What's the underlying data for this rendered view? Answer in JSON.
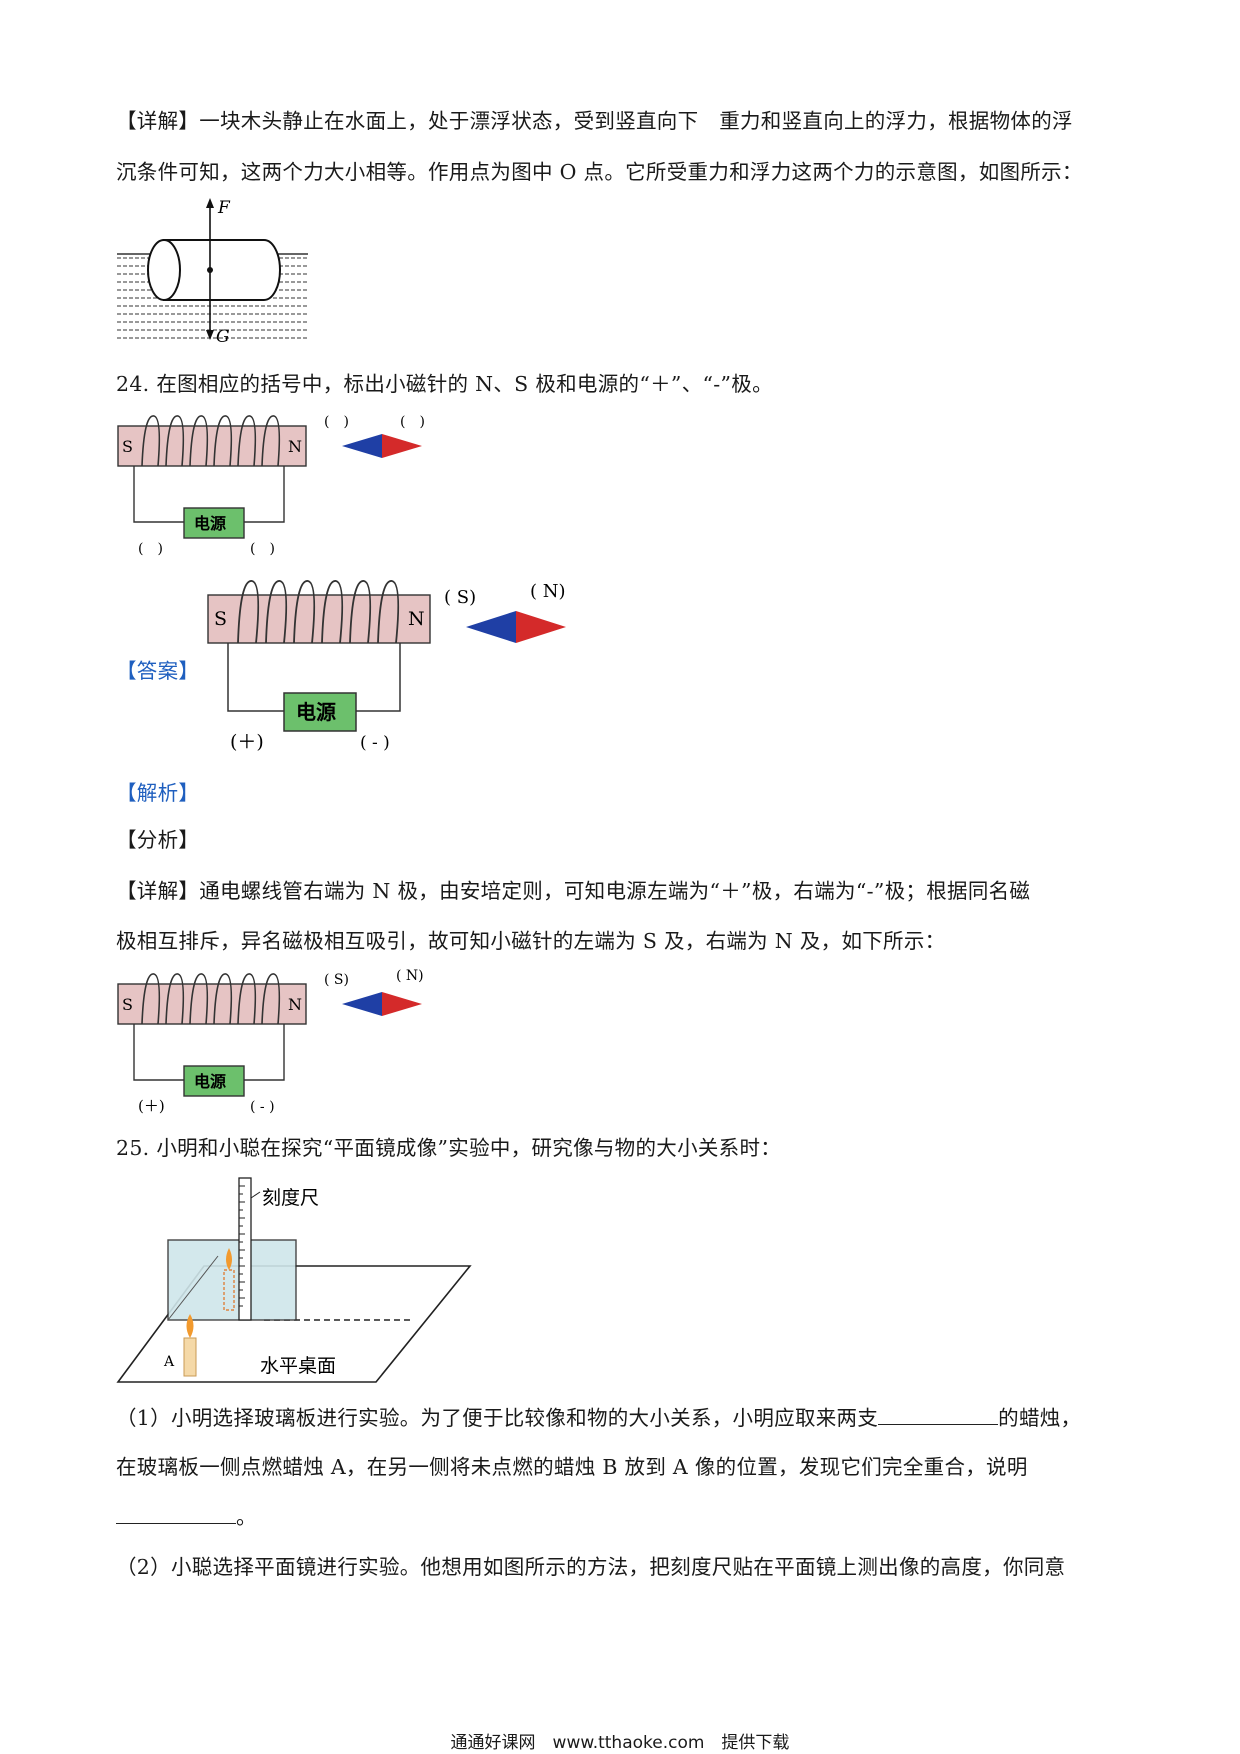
{
  "detail1": {
    "label": "【详解】",
    "line1": "一块木头静止在水面上，处于漂浮状态，受到竖直向下　重力和竖直向上的浮力，根据物体的浮",
    "line2": "沉条件可知，这两个力大小相等。作用点为图中 O 点。它所受重力和浮力这两个力的示意图，如图所示："
  },
  "fig_wood": {
    "force_up": "F",
    "force_down": "G"
  },
  "q24": {
    "text": "24. 在图相应的括号中，标出小磁针的 N、S 极和电源的“＋”、“-”极。",
    "answer_label": "【答案】",
    "analysis_label": "【解析】",
    "fenxi_label": "【分析】",
    "detail_label": "【详解】",
    "detail_line1": "通电螺线管右端为 N 极，由安培定则，可知电源左端为“＋”极，右端为“-”极；根据同名磁",
    "detail_line2": "极相互排斥，异名磁极相互吸引，故可知小磁针的左端为 S 及，右端为 N 及，如下所示："
  },
  "fig_circuit": {
    "left_pole": "S",
    "right_pole": "N",
    "source_label": "电源",
    "blank": "(　)",
    "ans_needle_left": "( S)",
    "ans_needle_right": "( N)",
    "ans_source_left": "(＋)",
    "ans_source_right": "( - )"
  },
  "colors": {
    "coil": "#e6c4c4",
    "source": "#6cc06c",
    "needle_s": "#1f3fa5",
    "needle_n": "#d42a2a",
    "accent": "#1f5fbf"
  },
  "q25": {
    "text": "25. 小明和小聪在探究“平面镜成像”实验中，研究像与物的大小关系时：",
    "part1_a": "（1）小明选择玻璃板进行实验。为了便于比较像和物的大小关系，小明应取来两支",
    "part1_b": "的蜡烛，",
    "part1_line2": "在玻璃板一侧点燃蜡烛 A，在另一侧将未点燃的蜡烛 B 放到 A 像的位置，发现它们完全重合，说明",
    "part1_line3_end": "。",
    "part2": "（2）小聪选择平面镜进行实验。他想用如图所示的方法，把刻度尺贴在平面镜上测出像的高度，你同意"
  },
  "fig_mirror": {
    "ruler_label": "刻度尺",
    "desk_label": "水平桌面",
    "candle_label": "A"
  },
  "footer": "通通好课网　www.tthaoke.com　提供下载"
}
